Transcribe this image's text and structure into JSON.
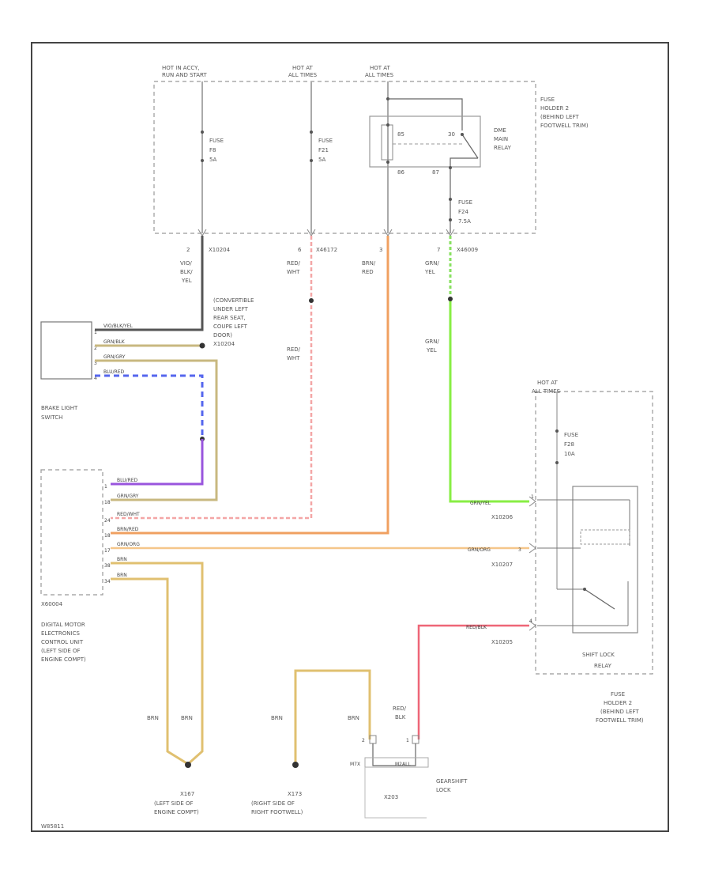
{
  "fuse_box_top": {
    "hot_labels": [
      {
        "line1": "HOT IN ACCY,",
        "line2": "RUN AND START"
      },
      {
        "line1": "HOT AT",
        "line2": "ALL TIMES"
      },
      {
        "line1": "HOT AT",
        "line2": "ALL TIMES"
      }
    ],
    "fuses": [
      {
        "name": "FUSE",
        "id": "F8",
        "amps": "5A"
      },
      {
        "name": "FUSE",
        "id": "F21",
        "amps": "5A"
      },
      {
        "name": "FUSE",
        "id": "F24",
        "amps": "7.5A"
      }
    ],
    "relay": {
      "line1": "DME",
      "line2": "MAIN",
      "line3": "RELAY",
      "pins": [
        "85",
        "30",
        "86",
        "87"
      ]
    },
    "title": [
      "FUSE",
      "HOLDER 2",
      "(BEHIND LEFT",
      "FOOTWELL TRIM)"
    ],
    "connectors": [
      {
        "pin": "2",
        "name": "X10204"
      },
      {
        "pin": "6",
        "name": "X46172"
      },
      {
        "pin": "3",
        "name": ""
      },
      {
        "pin": "7",
        "name": "X46009"
      }
    ]
  },
  "wires": {
    "w1": [
      "VIO/",
      "BLK/",
      "YEL"
    ],
    "w2": [
      "RED/",
      "WHT"
    ],
    "w3": [
      "BRN/",
      "RED"
    ],
    "w4": [
      "GRN/",
      "YEL"
    ],
    "w2b": [
      "RED/",
      "WHT"
    ],
    "w4b": [
      "GRN/",
      "YEL"
    ]
  },
  "splice_label": [
    "(CONVERTIBLE",
    "UNDER LEFT",
    "REAR SEAT,",
    "COUPE LEFT",
    "DOOR)",
    "X10204"
  ],
  "brake_switch": {
    "label": [
      "BRAKE LIGHT",
      "SWITCH"
    ],
    "pins": [
      {
        "pin": "1",
        "wire": "VIO/BLK/YEL"
      },
      {
        "pin": "2",
        "wire": "GRN/BLK"
      },
      {
        "pin": "3",
        "wire": "GRN/GRY"
      },
      {
        "pin": "4",
        "wire": "BLU/RED"
      }
    ]
  },
  "dme": {
    "label": [
      "DIGITAL MOTOR",
      "ELECTRONICS",
      "CONTROL UNIT",
      "(LEFT SIDE OF",
      "ENGINE COMPT)"
    ],
    "connector": "X60004",
    "pins": [
      {
        "pin": "1",
        "wire": "BLU/RED"
      },
      {
        "pin": "18",
        "wire": "GRN/GRY"
      },
      {
        "pin": "24",
        "wire": "RED/WHT"
      },
      {
        "pin": "18",
        "wire": "BRN/RED"
      },
      {
        "pin": "17",
        "wire": "GRN/ORG"
      },
      {
        "pin": "38",
        "wire": "BRN"
      },
      {
        "pin": "34",
        "wire": "BRN"
      }
    ]
  },
  "shift_lock": {
    "hot": [
      "HOT AT",
      "ALL TIMES"
    ],
    "fuse": {
      "name": "FUSE",
      "id": "F28",
      "amps": "10A"
    },
    "pins": [
      {
        "pin": "1",
        "wire": "GRN/YEL",
        "conn": "X10206"
      },
      {
        "pin": "3",
        "wire": "GRN/ORG",
        "conn": "X10207"
      },
      {
        "pin": "4",
        "wire": "RED/BLK",
        "conn": "X10205"
      }
    ],
    "label": [
      "SHIFT LOCK",
      "RELAY"
    ],
    "holder": [
      "FUSE",
      "HOLDER 2",
      "(BEHIND LEFT",
      "FOOTWELL TRIM)"
    ]
  },
  "grounds": {
    "g1": {
      "id": "X167",
      "line1": "(LEFT SIDE OF",
      "line2": "ENGINE COMPT)"
    },
    "g2": {
      "id": "X173",
      "line1": "(RIGHT SIDE OF",
      "line2": "RIGHT FOOTWELL)"
    },
    "wires": [
      "BRN",
      "BRN",
      "BRN",
      "BRN"
    ]
  },
  "gearshift": {
    "label": [
      "GEARSHIFT",
      "LOCK"
    ],
    "wire_red": [
      "RED/",
      "BLK"
    ],
    "pins": [
      "2",
      "1"
    ],
    "sub": [
      "M7X",
      "M2ALL"
    ],
    "conn": "X203"
  },
  "footer_code": "W85811"
}
